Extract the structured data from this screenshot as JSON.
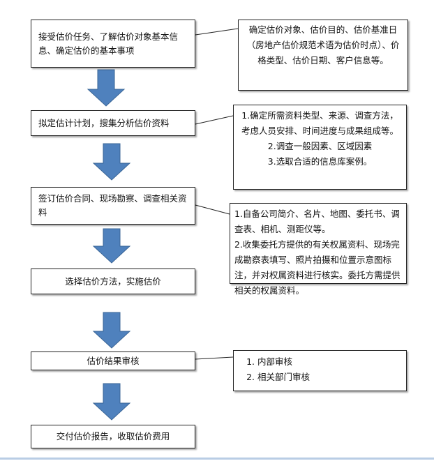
{
  "colors": {
    "arrow_fill": "#4f81bd",
    "arrow_stroke": "#3a6596",
    "box_border": "#222222",
    "page_background": "#ffffff"
  },
  "steps": [
    {
      "id": "step-1",
      "text": "接受估价任务、了解估价对象基本信息、确定估价的基本事项"
    },
    {
      "id": "step-2",
      "text": "拟定估计计划，搜集分析估价资料"
    },
    {
      "id": "step-3",
      "text": "签订估价合同、现场勘察、调查相关资料"
    },
    {
      "id": "step-4",
      "text": "选择估价方法，实施估价"
    },
    {
      "id": "step-5",
      "text": "估价结果审核"
    },
    {
      "id": "step-6",
      "text": "交付估价报告，收取估价费用"
    }
  ],
  "notes": {
    "note_1": {
      "text": "确定估价对象、估价目的、估价基准日（房地产估价规范术语为估价时点）、价格类型、估价日期、客户信息等。"
    },
    "note_2": {
      "lines": [
        "1.确定所需资料类型、来源、调查方法，考虑人员安排、时间进度与成果组成等。",
        "2.调查一般因素、区域因素",
        "3.选取合适的信息库案例。"
      ]
    },
    "note_3": {
      "lines": [
        "1.自备公司简介、名片、地图、委托书、调查表、相机、测距仪等。",
        "2.收集委托方提供的有关权属资料、现场完成勘察表填写、照片拍摄和位置示意图标注，并对权属资料进行核实。委托方需提供相关的权属资料。"
      ]
    },
    "note_5": {
      "items": [
        "内部审核",
        "相关部门审核"
      ]
    }
  }
}
